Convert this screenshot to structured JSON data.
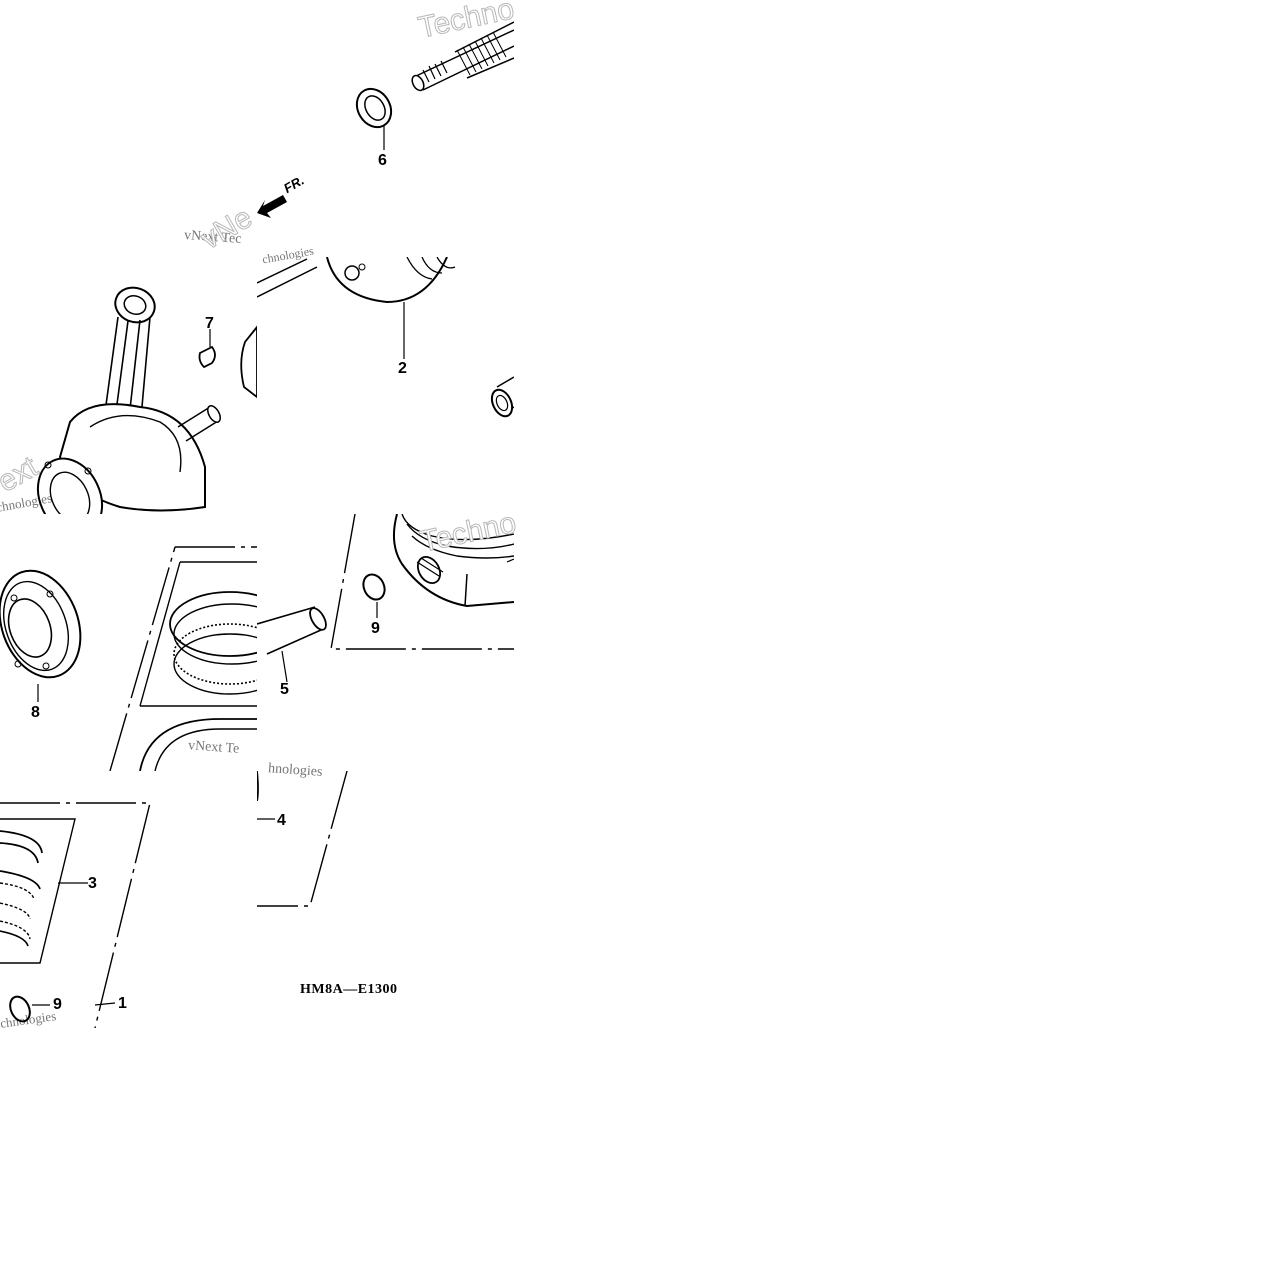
{
  "diagram": {
    "code": "HM8A—E1300",
    "direction_label": "FR.",
    "callouts": {
      "c1": "1",
      "c2": "2",
      "c3": "3",
      "c4": "4",
      "c5": "5",
      "c6": "6",
      "c7": "7",
      "c8": "8",
      "c9a": "9",
      "c9b": "9"
    },
    "watermarks": {
      "w1": "Techno",
      "w2": "vNext Tec",
      "w3": "vNe",
      "w4": "Techno",
      "w5": "vNext Te",
      "w6": "hnologies",
      "w7": "ext",
      "w8": "chnologies",
      "w9": "chnologies"
    }
  }
}
